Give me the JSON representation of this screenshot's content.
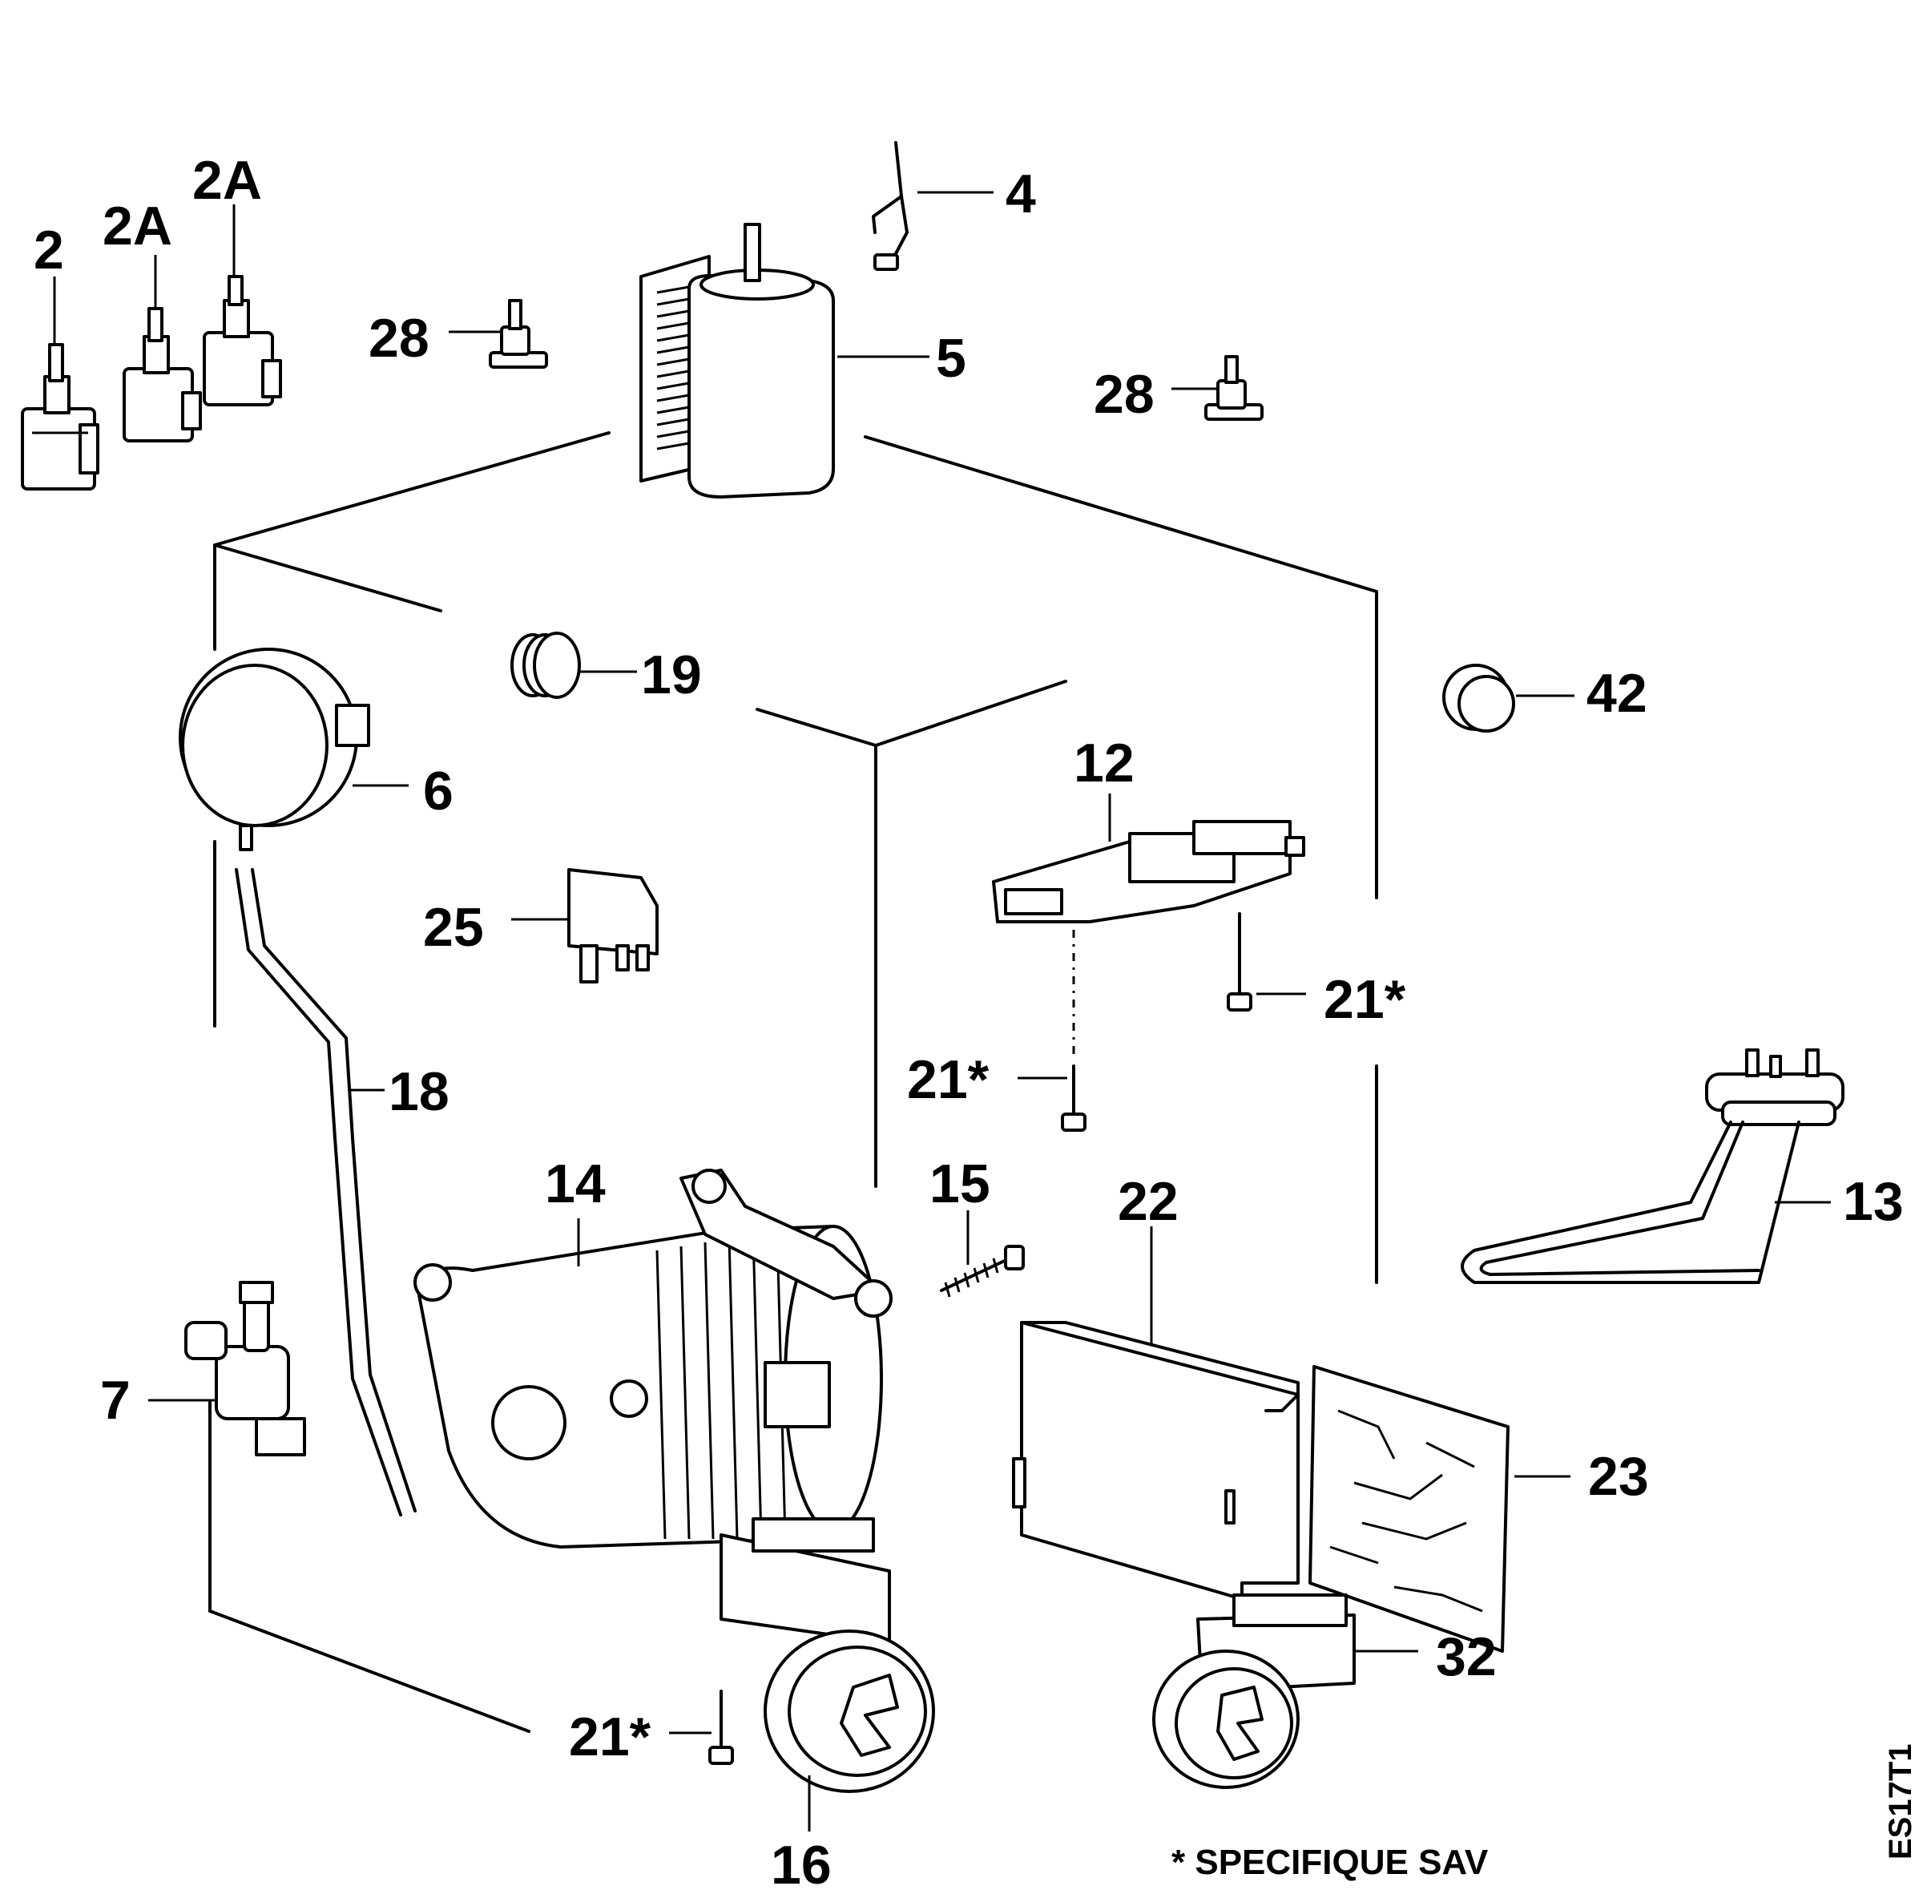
{
  "parts": [
    {
      "id": "p2",
      "label": "2"
    },
    {
      "id": "p2a1",
      "label": "2A"
    },
    {
      "id": "p2a2",
      "label": "2A"
    },
    {
      "id": "p4",
      "label": "4"
    },
    {
      "id": "p5",
      "label": "5"
    },
    {
      "id": "p28a",
      "label": "28"
    },
    {
      "id": "p28b",
      "label": "28"
    },
    {
      "id": "p19",
      "label": "19"
    },
    {
      "id": "p42",
      "label": "42"
    },
    {
      "id": "p6",
      "label": "6"
    },
    {
      "id": "p12",
      "label": "12"
    },
    {
      "id": "p25",
      "label": "25"
    },
    {
      "id": "p21a",
      "label": "21*"
    },
    {
      "id": "p21b",
      "label": "21*"
    },
    {
      "id": "p18",
      "label": "18"
    },
    {
      "id": "p14",
      "label": "14"
    },
    {
      "id": "p15",
      "label": "15"
    },
    {
      "id": "p22",
      "label": "22"
    },
    {
      "id": "p13",
      "label": "13"
    },
    {
      "id": "p7",
      "label": "7"
    },
    {
      "id": "p23",
      "label": "23"
    },
    {
      "id": "p32",
      "label": "32"
    },
    {
      "id": "p21c",
      "label": "21*"
    },
    {
      "id": "p16",
      "label": "16"
    }
  ],
  "footnote": "* SPECIFIQUE SAV",
  "reference_code": "ES17T1"
}
